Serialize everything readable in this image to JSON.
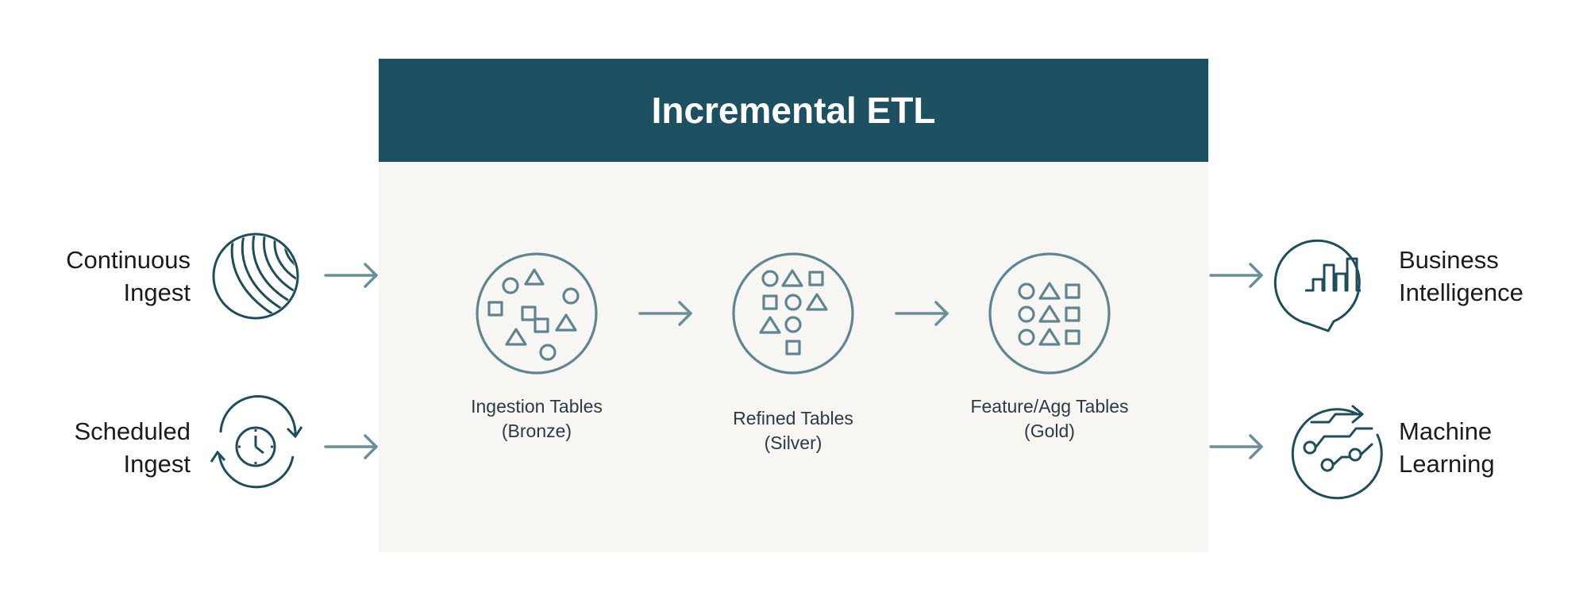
{
  "banner": {
    "title": "Incremental ETL"
  },
  "inputs": [
    {
      "line1": "Continuous",
      "line2": "Ingest",
      "icon": "continuous-stream-icon"
    },
    {
      "line1": "Scheduled",
      "line2": "Ingest",
      "icon": "scheduled-clock-icon"
    }
  ],
  "stages": [
    {
      "line1": "Ingestion Tables",
      "line2": "(Bronze)",
      "icon": "bronze-table-icon"
    },
    {
      "line1": "Refined Tables",
      "line2": "(Silver)",
      "icon": "silver-table-icon"
    },
    {
      "line1": "Feature/Agg Tables",
      "line2": "(Gold)",
      "icon": "gold-table-icon"
    }
  ],
  "outputs": [
    {
      "line1": "Business",
      "line2": "Intelligence",
      "icon": "bar-chart-bubble-icon"
    },
    {
      "line1": "Machine",
      "line2": "Learning",
      "icon": "circuit-cycle-icon"
    }
  ],
  "colors": {
    "banner": "#1d5061",
    "panel": "#f7f6f2",
    "icon_stroke": "#1e4e5c",
    "stage_stroke": "#5f8592",
    "arrow": "#6a8f9b"
  }
}
